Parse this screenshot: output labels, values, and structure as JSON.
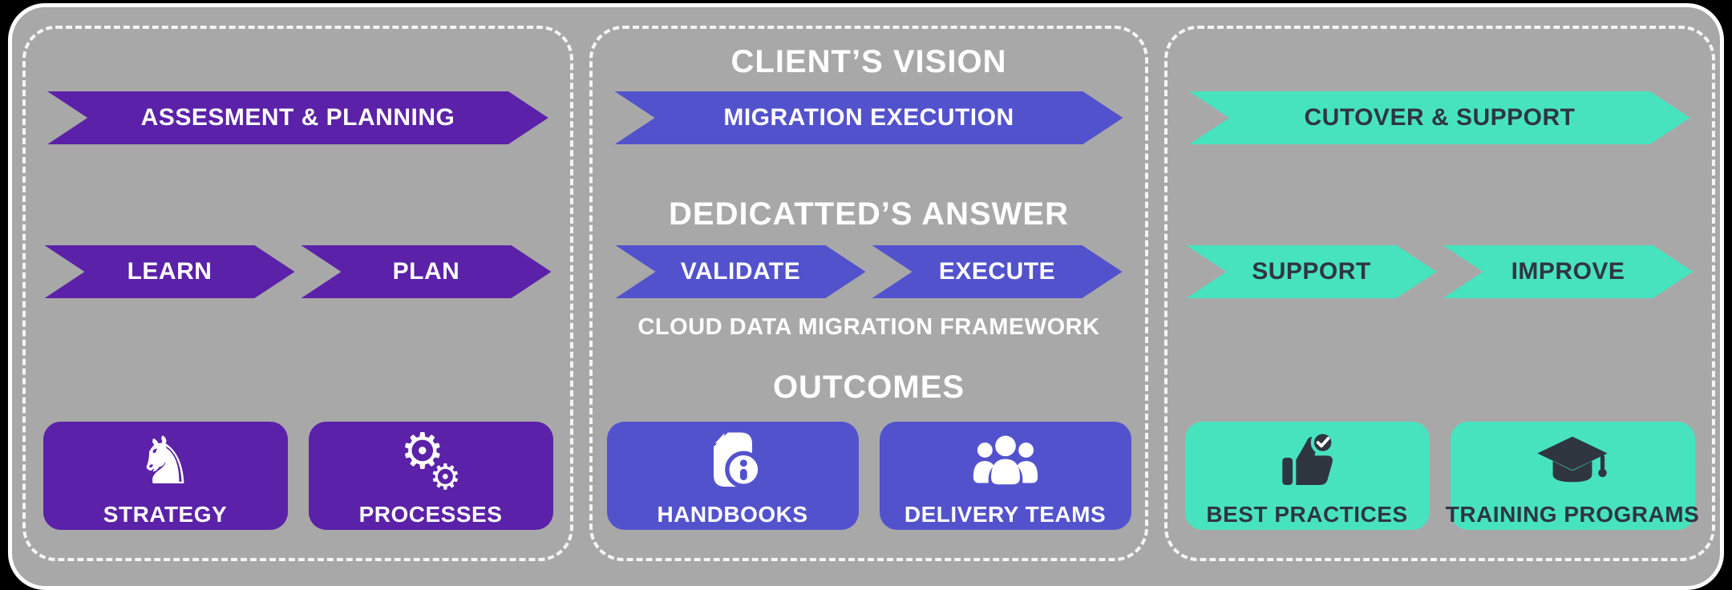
{
  "diagram": {
    "headings": {
      "clients_vision": "CLIENT’S VISION",
      "dedicatteds_answer": "DEDICATTED’S ANSWER",
      "framework_caption": "CLOUD DATA MIGRATION FRAMEWORK",
      "outcomes": "OUTCOMES"
    },
    "colors": {
      "page_background": "#000000",
      "panel_background": "#a8a8a8",
      "dashed_border": "#f5f5f5",
      "purple": "#5b21a8",
      "blue": "#5352cd",
      "teal": "#47e3bf",
      "light_text": "#ffffff",
      "dark_text": "#2f3640"
    },
    "icons": {
      "chess_knight": "♞",
      "gear": "⚙"
    },
    "columns": [
      {
        "name": "assessment-planning",
        "color_key": "purple",
        "phase_arrow": "ASSESMENT & PLANNING",
        "steps": [
          "LEARN",
          "PLAN"
        ],
        "outcomes": [
          {
            "label": "STRATEGY",
            "icon": "chess-knight-icon"
          },
          {
            "label": "PROCESSES",
            "icon": "gears-icon"
          }
        ]
      },
      {
        "name": "migration-execution",
        "color_key": "blue",
        "phase_arrow": "MIGRATION EXECUTION",
        "steps": [
          "VALIDATE",
          "EXECUTE"
        ],
        "outcomes": [
          {
            "label": "HANDBOOKS",
            "icon": "document-info-icon"
          },
          {
            "label": "DELIVERY TEAMS",
            "icon": "team-icon"
          }
        ]
      },
      {
        "name": "cutover-support",
        "color_key": "teal",
        "phase_arrow": "CUTOVER & SUPPORT",
        "steps": [
          "SUPPORT",
          "IMPROVE"
        ],
        "outcomes": [
          {
            "label": "BEST PRACTICES",
            "icon": "thumbs-up-check-icon"
          },
          {
            "label": "TRAINING PROGRAMS",
            "icon": "graduation-cap-icon"
          }
        ]
      }
    ]
  }
}
